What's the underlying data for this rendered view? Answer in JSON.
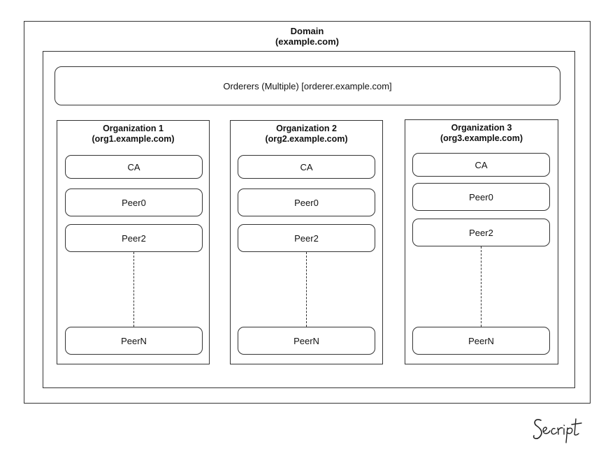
{
  "domain": {
    "title": "Domain",
    "subtitle": "(example.com)"
  },
  "orderers": {
    "label": "Orderers (Multiple) [orderer.example.com]"
  },
  "organizations": [
    {
      "title": "Organization 1",
      "subtitle": "(org1.example.com)",
      "nodes": [
        "CA",
        "Peer0",
        "Peer2",
        "PeerN"
      ]
    },
    {
      "title": "Organization 2",
      "subtitle": "(org2.example.com)",
      "nodes": [
        "CA",
        "Peer0",
        "Peer2",
        "PeerN"
      ]
    },
    {
      "title": "Organization 3",
      "subtitle": "(org3.example.com)",
      "nodes": [
        "CA",
        "Peer0",
        "Peer2",
        "PeerN"
      ]
    }
  ],
  "signature": {
    "text": "Secript"
  }
}
